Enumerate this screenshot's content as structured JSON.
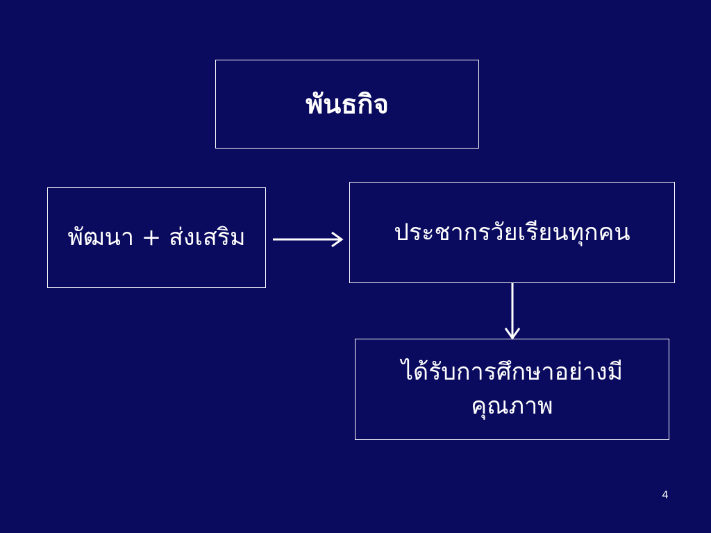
{
  "slide": {
    "background_color": "#0a0a5e",
    "border_color": "#ffffff",
    "text_color": "#ffffff",
    "title": "พันธกิจ",
    "nodes": [
      {
        "id": "left",
        "label": "พัฒนา + ส่งเสริม"
      },
      {
        "id": "right",
        "label": "ประชากรวัยเรียนทุกคน"
      },
      {
        "id": "bottom",
        "label": "ได้รับการศึกษาอย่างมีคุณภาพ"
      }
    ],
    "edges": [
      {
        "from": "left",
        "to": "right"
      },
      {
        "from": "right",
        "to": "bottom"
      }
    ],
    "page_number": "4"
  }
}
